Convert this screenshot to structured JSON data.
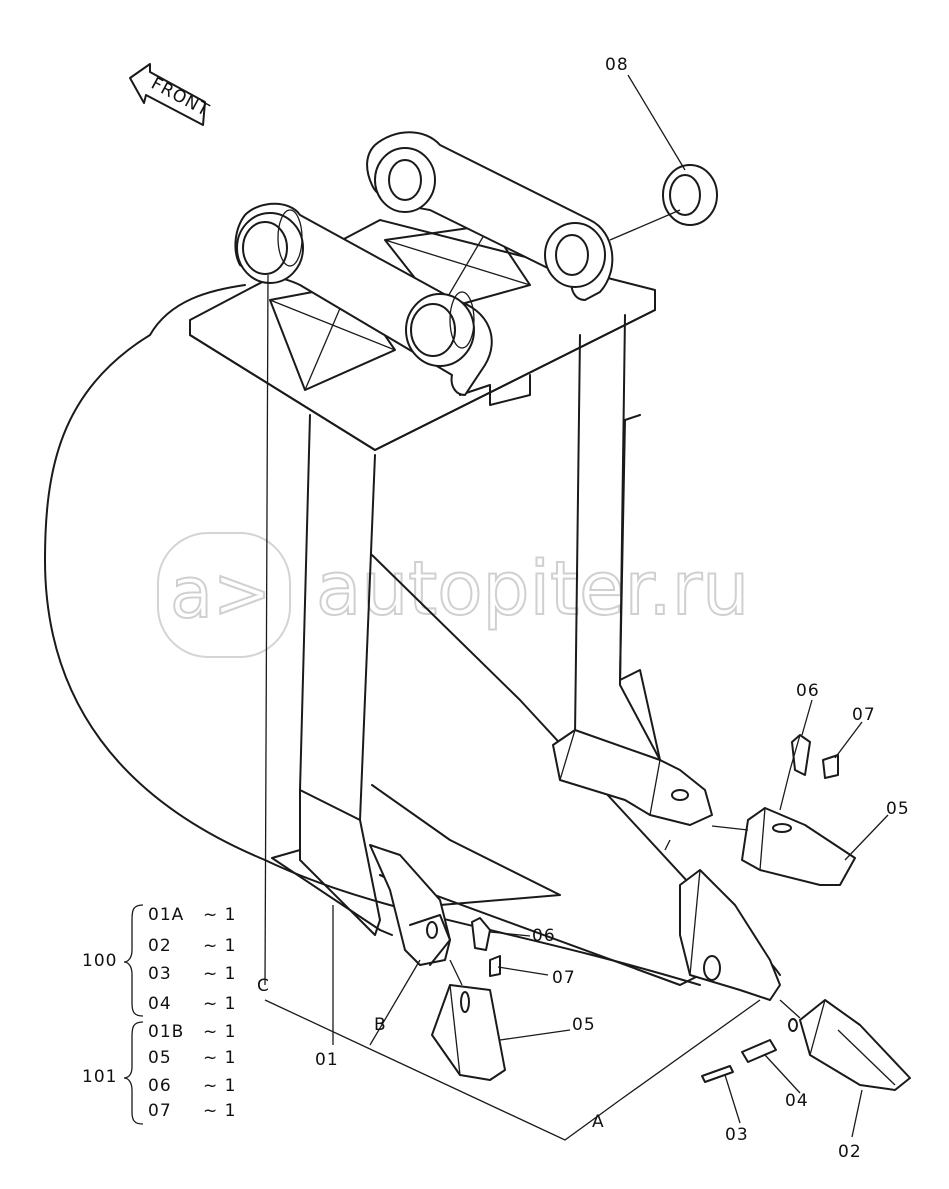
{
  "front_label": "FRONT",
  "watermark": {
    "logo_text": "a>",
    "site_text": "autopiter.ru"
  },
  "callouts": {
    "c08": "08",
    "c06_top": "06",
    "c07_top": "07",
    "c05_top": "05",
    "c06_mid": "06",
    "c07_mid": "07",
    "c05_mid": "05",
    "c01": "01",
    "c02": "02",
    "c03": "03",
    "c04": "04",
    "cA": "A",
    "cB": "B",
    "cC": "C"
  },
  "legend": {
    "group_100": {
      "code": "100",
      "rows": [
        {
          "part": "01A",
          "qty": "~ 1"
        },
        {
          "part": "02",
          "qty": "~ 1"
        },
        {
          "part": "03",
          "qty": "~ 1"
        },
        {
          "part": "04",
          "qty": "~ 1"
        }
      ]
    },
    "group_101": {
      "code": "101",
      "rows": [
        {
          "part": "01B",
          "qty": "~ 1"
        },
        {
          "part": "05",
          "qty": "~ 1"
        },
        {
          "part": "06",
          "qty": "~ 1"
        },
        {
          "part": "07",
          "qty": "~ 1"
        }
      ]
    }
  }
}
